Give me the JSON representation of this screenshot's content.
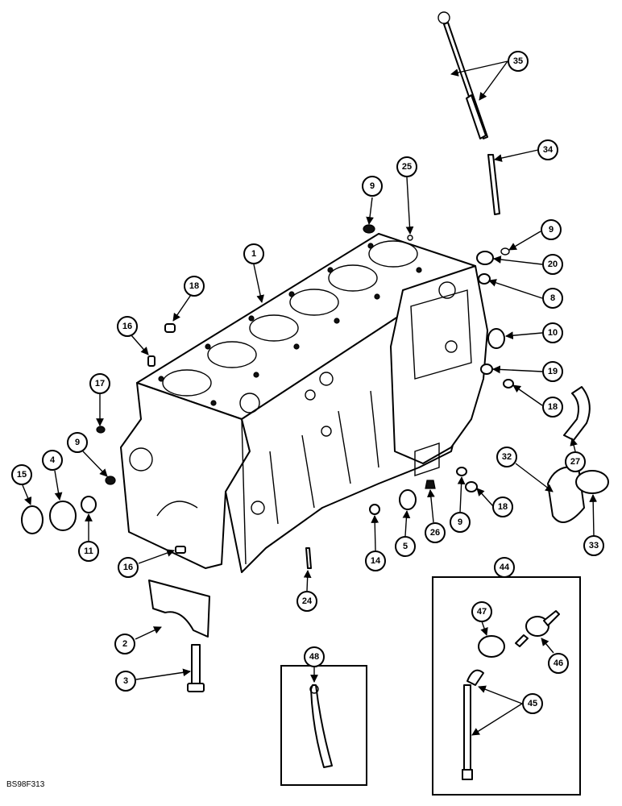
{
  "figure_code": "BS98F313",
  "callouts": [
    "1",
    "2",
    "3",
    "4",
    "5",
    "8",
    "9",
    "9",
    "9",
    "9",
    "10",
    "11",
    "14",
    "15",
    "16",
    "16",
    "17",
    "18",
    "18",
    "18",
    "19",
    "20",
    "24",
    "25",
    "26",
    "27",
    "32",
    "33",
    "34",
    "35",
    "44",
    "45",
    "46",
    "47",
    "48"
  ]
}
